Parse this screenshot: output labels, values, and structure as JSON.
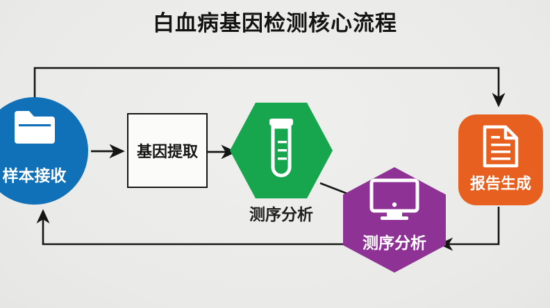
{
  "title": "白血病基因检测核心流程",
  "colors": {
    "background": "#ededeb",
    "title_text": "#141414",
    "connector": "#151515",
    "sample_blue": "#1070b8",
    "extract_box_fill": "#fbfbf9",
    "extract_box_border": "#151515",
    "sequencing_green": "#17a54e",
    "sequencing_purple": "#8e3296",
    "report_orange": "#e8601f",
    "label_light": "#ffffff",
    "label_dark": "#202020"
  },
  "nodes": [
    {
      "id": "sample-reception",
      "label": "样本接收",
      "shape": "circle",
      "color": "#1070b8",
      "icon": "folder-icon",
      "label_color": "#ffffff",
      "label_position": "inside"
    },
    {
      "id": "gene-extraction",
      "label": "基因提取",
      "shape": "rectangle",
      "color": "#fbfbf9",
      "icon": "none",
      "label_color": "#151515",
      "label_position": "inside"
    },
    {
      "id": "sequencing-analysis-green",
      "label": "测序分析",
      "shape": "hexagon",
      "color": "#17a54e",
      "icon": "test-tube-icon",
      "label_color": "#202020",
      "label_position": "below"
    },
    {
      "id": "sequencing-analysis-purple",
      "label": "测序分析",
      "shape": "hexagon-vertical",
      "color": "#8e3296",
      "icon": "monitor-icon",
      "label_color": "#ffffff",
      "label_position": "inside"
    },
    {
      "id": "report-generation",
      "label": "报告生成",
      "shape": "rounded-square",
      "color": "#e8601f",
      "icon": "document-icon",
      "label_color": "#ffffff",
      "label_position": "inside"
    }
  ],
  "connectors": [
    {
      "id": "sample-to-extraction",
      "from": "sample-reception",
      "to": "gene-extraction",
      "arrow": "right"
    },
    {
      "id": "extraction-to-sequencing",
      "from": "gene-extraction",
      "to": "sequencing-analysis-green",
      "arrow": "right"
    },
    {
      "id": "sequencing-green-to-purple",
      "from": "sequencing-analysis-green",
      "to": "sequencing-analysis-purple",
      "arrow": "none"
    },
    {
      "id": "sample-to-report-top",
      "from": "sample-reception",
      "to": "report-generation",
      "arrow": "down"
    },
    {
      "id": "report-to-purple-bottom",
      "from": "report-generation",
      "to": "sequencing-analysis-purple",
      "arrow": "left"
    },
    {
      "id": "report-to-sample-bottom",
      "from": "report-generation",
      "to": "sample-reception",
      "arrow": "up"
    }
  ]
}
